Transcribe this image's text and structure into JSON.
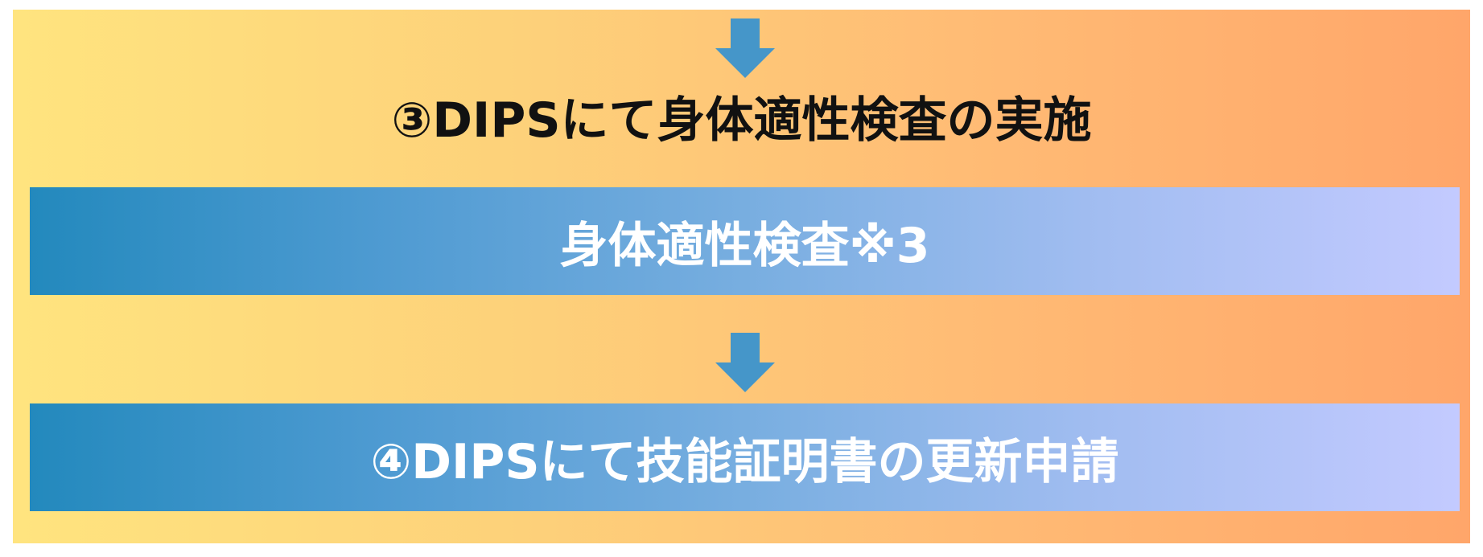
{
  "step3": {
    "title": "③DIPSにて身体適性検査の実施"
  },
  "exam_box": {
    "label": "身体適性検査※3"
  },
  "step4": {
    "label": "④DIPSにて技能証明書の更新申請"
  },
  "icons": {
    "top_arrow": "arrow-down-icon",
    "middle_arrow": "arrow-down-icon"
  },
  "colors": {
    "background_gradient_start": "#ffe47f",
    "background_gradient_end": "#ffa66a",
    "bar_gradient_start": "#2389bd",
    "bar_gradient_end": "#c3caff",
    "arrow": "#4596c9",
    "title_text": "#111111",
    "bar_text": "#ffffff"
  }
}
